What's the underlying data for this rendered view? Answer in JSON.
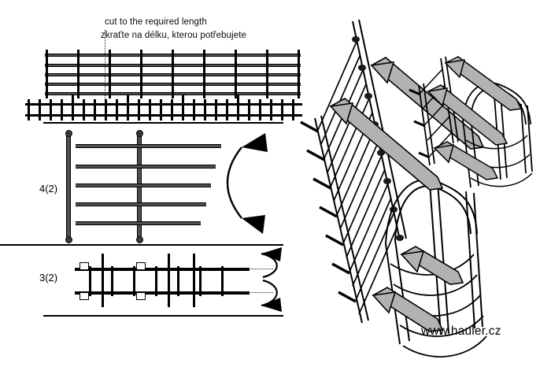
{
  "document": {
    "type": "photo-etch model kit assembly instruction sheet",
    "background_color": "#ffffff"
  },
  "caption": {
    "line_en": "cut to the required length",
    "line_cs": "zkraťte na délku, kterou potřebujete"
  },
  "parts": [
    {
      "id": "part-4",
      "label": "4(2)",
      "description": "railing section with five horizontal rails and two vertical posts",
      "rails": 5,
      "posts": 2,
      "quantity_in_kit": 2
    },
    {
      "id": "part-3",
      "label": "3(2)",
      "description": "ladder section with side rails, rungs and mounting brackets",
      "rungs": 7,
      "brackets": 3,
      "quantity_in_kit": 2
    }
  ],
  "sprue": {
    "name": "fret strip with railing grid and ladder strip",
    "grid_rails": 5,
    "grid_posts": 9,
    "ladder_rungs": 24,
    "cut_line_style": "dotted vertical"
  },
  "arrows": {
    "bend_arrow_label": "bend / fold direction",
    "assembly_arrow_label": "assembly direction",
    "fill_color": "#b2b2b2",
    "outline_color": "#000000"
  },
  "assembly_views": [
    {
      "id": "view-main",
      "title": "main assembly",
      "description": "full-height caged ladder shown in isometric projection with ladder, stand-off brackets and hoop safety cage"
    },
    {
      "id": "view-detail",
      "title": "upper detail assembly",
      "description": "close isometric view of the ladder top section joining the safety cage hoops"
    }
  ],
  "branding": {
    "url": "www.hauler.cz"
  },
  "colors": {
    "metal_fill": "#4f4f4f",
    "outline": "#000000",
    "arrow_fill": "#b2b2b2",
    "paper": "#ffffff"
  }
}
